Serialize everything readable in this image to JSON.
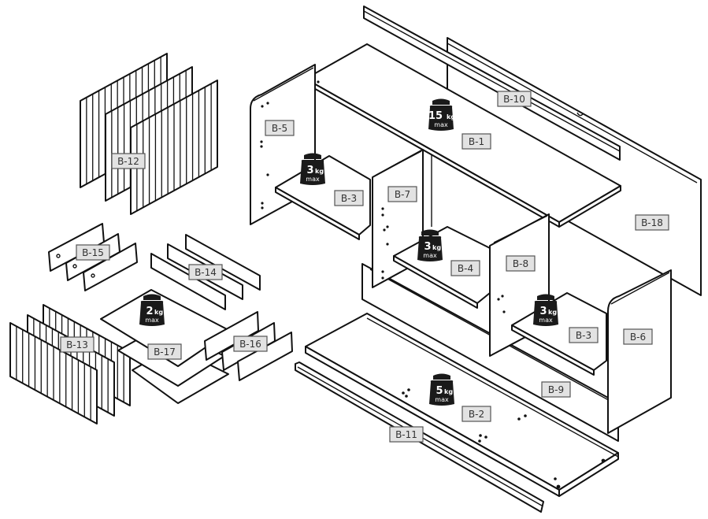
{
  "diagram": {
    "title": "Exploded assembly view of sideboard cabinet",
    "parts": [
      {
        "id": "B-1",
        "label": "B-1",
        "name": "top panel"
      },
      {
        "id": "B-2",
        "label": "B-2",
        "name": "bottom panel"
      },
      {
        "id": "B-3a",
        "label": "B-3",
        "name": "left shelf"
      },
      {
        "id": "B-3b",
        "label": "B-3",
        "name": "right shelf"
      },
      {
        "id": "B-4",
        "label": "B-4",
        "name": "middle shelf"
      },
      {
        "id": "B-5",
        "label": "B-5",
        "name": "left side panel"
      },
      {
        "id": "B-6",
        "label": "B-6",
        "name": "right side panel"
      },
      {
        "id": "B-7",
        "label": "B-7",
        "name": "left divider"
      },
      {
        "id": "B-8",
        "label": "B-8",
        "name": "right divider"
      },
      {
        "id": "B-9",
        "label": "B-9",
        "name": "front plinth"
      },
      {
        "id": "B-10",
        "label": "B-10",
        "name": "rear top rail"
      },
      {
        "id": "B-11",
        "label": "B-11",
        "name": "bottom rail"
      },
      {
        "id": "B-12",
        "label": "B-12",
        "name": "slatted door panels"
      },
      {
        "id": "B-13",
        "label": "B-13",
        "name": "slatted drawer fronts"
      },
      {
        "id": "B-14",
        "label": "B-14",
        "name": "drawer backs"
      },
      {
        "id": "B-15",
        "label": "B-15",
        "name": "drawer sides left"
      },
      {
        "id": "B-16",
        "label": "B-16",
        "name": "drawer sides right"
      },
      {
        "id": "B-17",
        "label": "B-17",
        "name": "drawer bottoms"
      },
      {
        "id": "B-18",
        "label": "B-18",
        "name": "back panel"
      }
    ],
    "weight_limits": [
      {
        "part": "B-1",
        "value": "15",
        "unit": "kg",
        "qualifier": "max"
      },
      {
        "part": "B-3a",
        "value": "3",
        "unit": "kg",
        "qualifier": "max"
      },
      {
        "part": "B-4",
        "value": "3",
        "unit": "kg",
        "qualifier": "max"
      },
      {
        "part": "B-3b",
        "value": "3",
        "unit": "kg",
        "qualifier": "max"
      },
      {
        "part": "B-2",
        "value": "5",
        "unit": "kg",
        "qualifier": "max"
      },
      {
        "part": "B-17",
        "value": "2",
        "unit": "kg",
        "qualifier": "max"
      }
    ]
  }
}
